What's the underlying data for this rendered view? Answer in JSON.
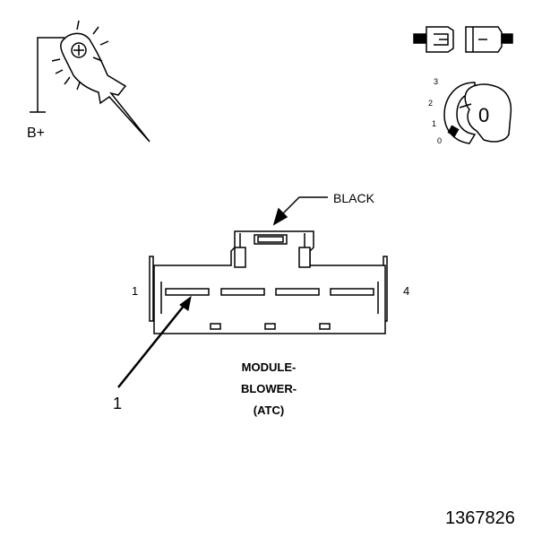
{
  "test_lamp": {
    "supply_label": "B+"
  },
  "ignition_key": {
    "positions": [
      "3",
      "2",
      "1",
      "0"
    ],
    "current": "0"
  },
  "connector": {
    "wire_color": "BLACK",
    "pin_first": "1",
    "pin_last": "4",
    "callout_number": "1",
    "component_name": [
      "MODULE-",
      "BLOWER-",
      "(ATC)"
    ]
  },
  "figure_id": "1367826"
}
